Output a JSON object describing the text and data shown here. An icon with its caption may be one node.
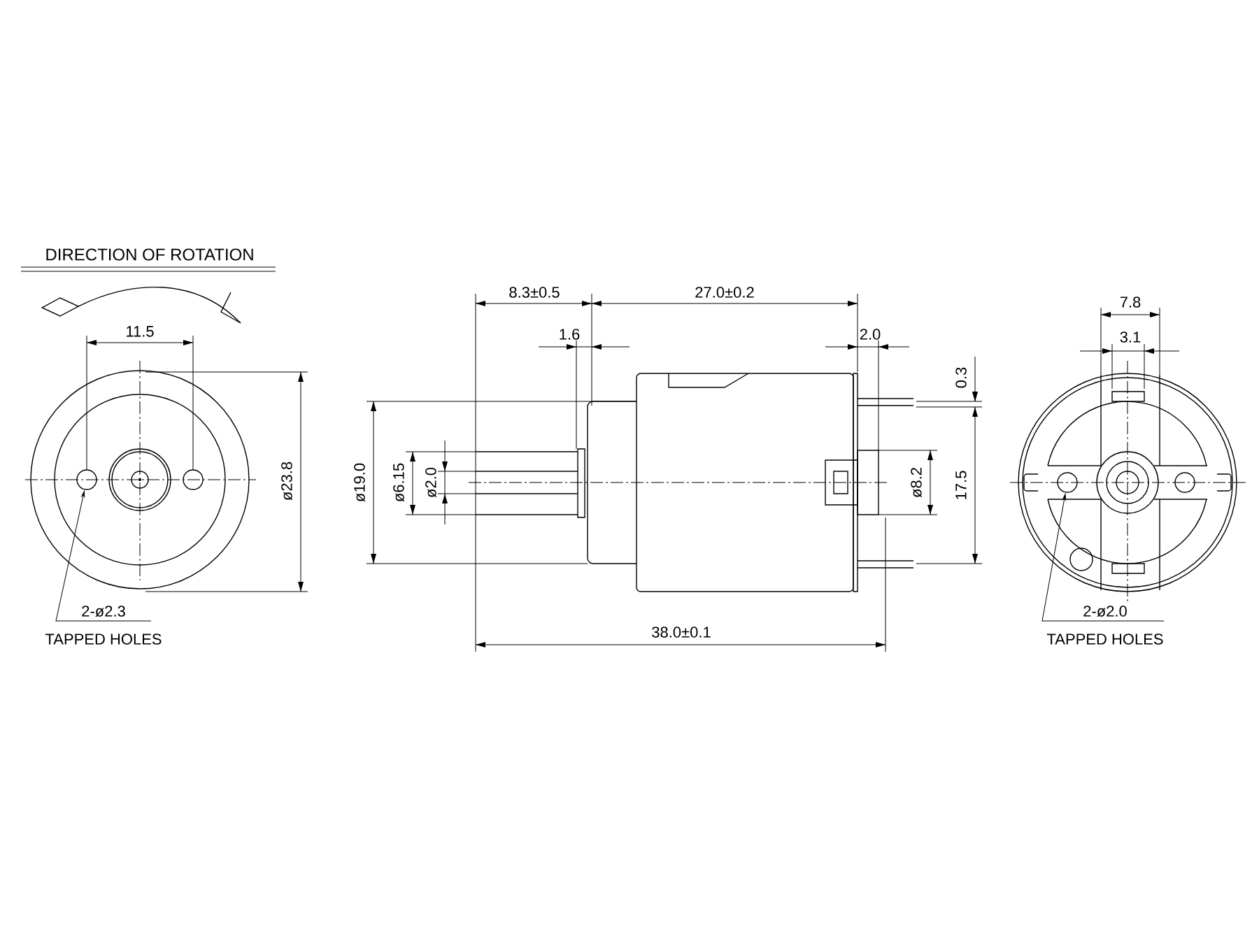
{
  "diagram": {
    "nodes": [
      {
        "text": [
          "2-ø2.3",
          "TAPPED HOLES"
        ]
      },
      {
        "text": [],
        "shape": "circle"
      },
      {
        "text": [
          "2-ø2.0",
          "TAPPED HOLES"
        ]
      },
      {
        "text": [],
        "shape": "circle"
      }
    ],
    "edges": [
      {
        "from": 0,
        "to": 1,
        "arrow": "to"
      },
      {
        "from": 2,
        "to": 3,
        "arrow": "to"
      }
    ],
    "labels": [
      "DIRECTION OF ROTATION",
      "11.5",
      "ø23.8",
      "8.3±0.5",
      "27.0±0.2",
      "1.6",
      "2.0",
      "0.3",
      "ø19.0",
      "ø6.15",
      "ø2.0",
      "ø8.2",
      "17.5",
      "38.0±0.1",
      "7.8",
      "3.1"
    ]
  }
}
